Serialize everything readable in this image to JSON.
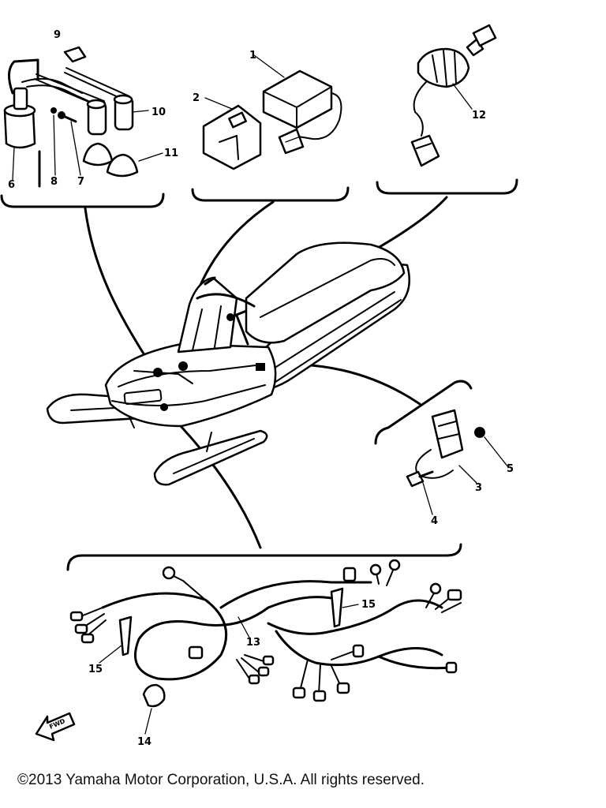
{
  "labels": {
    "p1": "1",
    "p2": "2",
    "p3": "3",
    "p4": "4",
    "p5": "5",
    "p6": "6",
    "p7": "7",
    "p8": "8",
    "p9": "9",
    "p10": "10",
    "p11": "11",
    "p12": "12",
    "p13": "13",
    "p14": "14",
    "p15a": "15",
    "p15b": "15"
  },
  "fwd_label": "FWD",
  "copyright": "©2013 Yamaha Motor Corporation, U.S.A. All rights reserved."
}
